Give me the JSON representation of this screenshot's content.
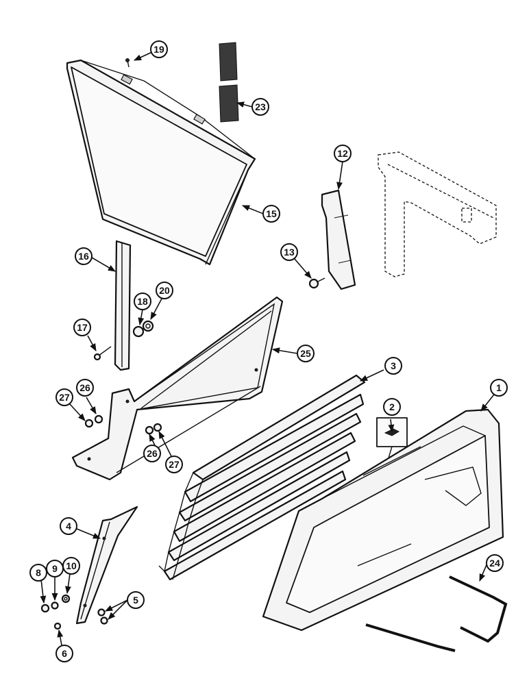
{
  "diagram": {
    "callouts": {
      "c1": "1",
      "c2": "2",
      "c3": "3",
      "c4": "4",
      "c5": "5",
      "c6": "6",
      "c8": "8",
      "c9": "9",
      "c10": "10",
      "c12": "12",
      "c13": "13",
      "c15": "15",
      "c16": "16",
      "c17": "17",
      "c18": "18",
      "c19": "19",
      "c20": "20",
      "c23": "23",
      "c24": "24",
      "c25": "25",
      "c26a": "26",
      "c26b": "26",
      "c27a": "27",
      "c27b": "27"
    }
  }
}
